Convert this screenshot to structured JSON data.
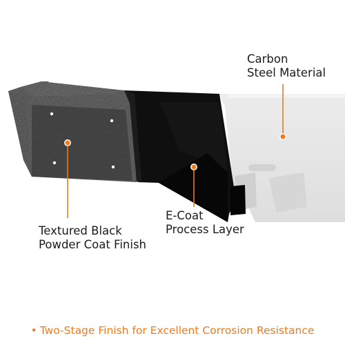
{
  "callouts": {
    "carbon": {
      "line1": "Carbon",
      "line2": "Steel Material"
    },
    "ecoat": {
      "line1": "E-Coat",
      "line2": "Process Layer"
    },
    "textured": {
      "line1": "Textured Black",
      "line2": "Powder Coat Finish"
    }
  },
  "footer": {
    "bullet": "•",
    "text": "Two-Stage Finish for Excellent Corrosion Resistance"
  },
  "colors": {
    "accent": "#f07a1f",
    "powder_coat": "#2e2e2e",
    "ecoat": "#0d0d0d",
    "steel": "#e4e4e4"
  }
}
